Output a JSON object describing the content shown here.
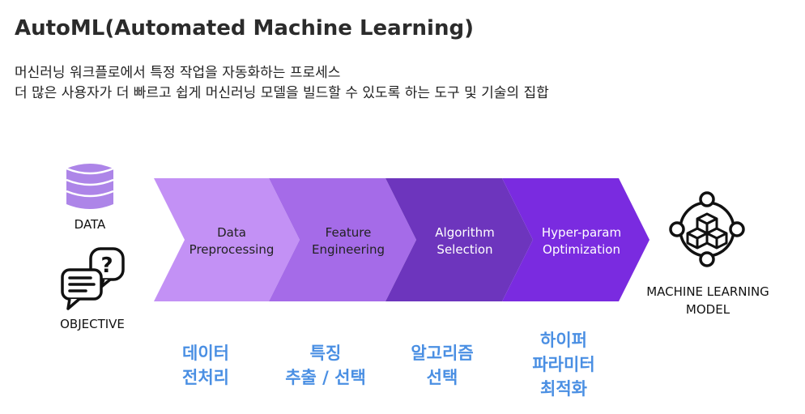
{
  "title": "AutoML(Automated Machine Learning)",
  "description": [
    "머신러닝 워크플로에서 특정 작업을 자동화하는 프로세스",
    "더 많은 사용자가 더 빠르고 쉽게 머신러닝 모델을 빌드할 수 있도록 하는 도구 및 기술의 집합"
  ],
  "inputs": {
    "data_label": "DATA",
    "objective_label": "OBJECTIVE"
  },
  "steps": [
    {
      "line1": "Data",
      "line2": "Preprocessing",
      "korean": [
        "데이터",
        "전처리"
      ],
      "color": "#c391f5"
    },
    {
      "line1": "Feature",
      "line2": "Engineering",
      "korean": [
        "특징",
        "추출 / 선택"
      ],
      "color": "#a56be8"
    },
    {
      "line1": "Algorithm",
      "line2": "Selection",
      "korean": [
        "알고리즘",
        "선택"
      ],
      "color": "#6d35bd"
    },
    {
      "line1": "Hyper-param",
      "line2": "Optimization",
      "korean": [
        "하이퍼",
        "파라미터",
        "최적화"
      ],
      "color": "#7a2be0"
    }
  ],
  "output": {
    "label_line1": "MACHINE LEARNING",
    "label_line2": "MODEL"
  },
  "colors": {
    "icon_purple": "#ad85e8",
    "korean_text": "#4a8fe3"
  }
}
